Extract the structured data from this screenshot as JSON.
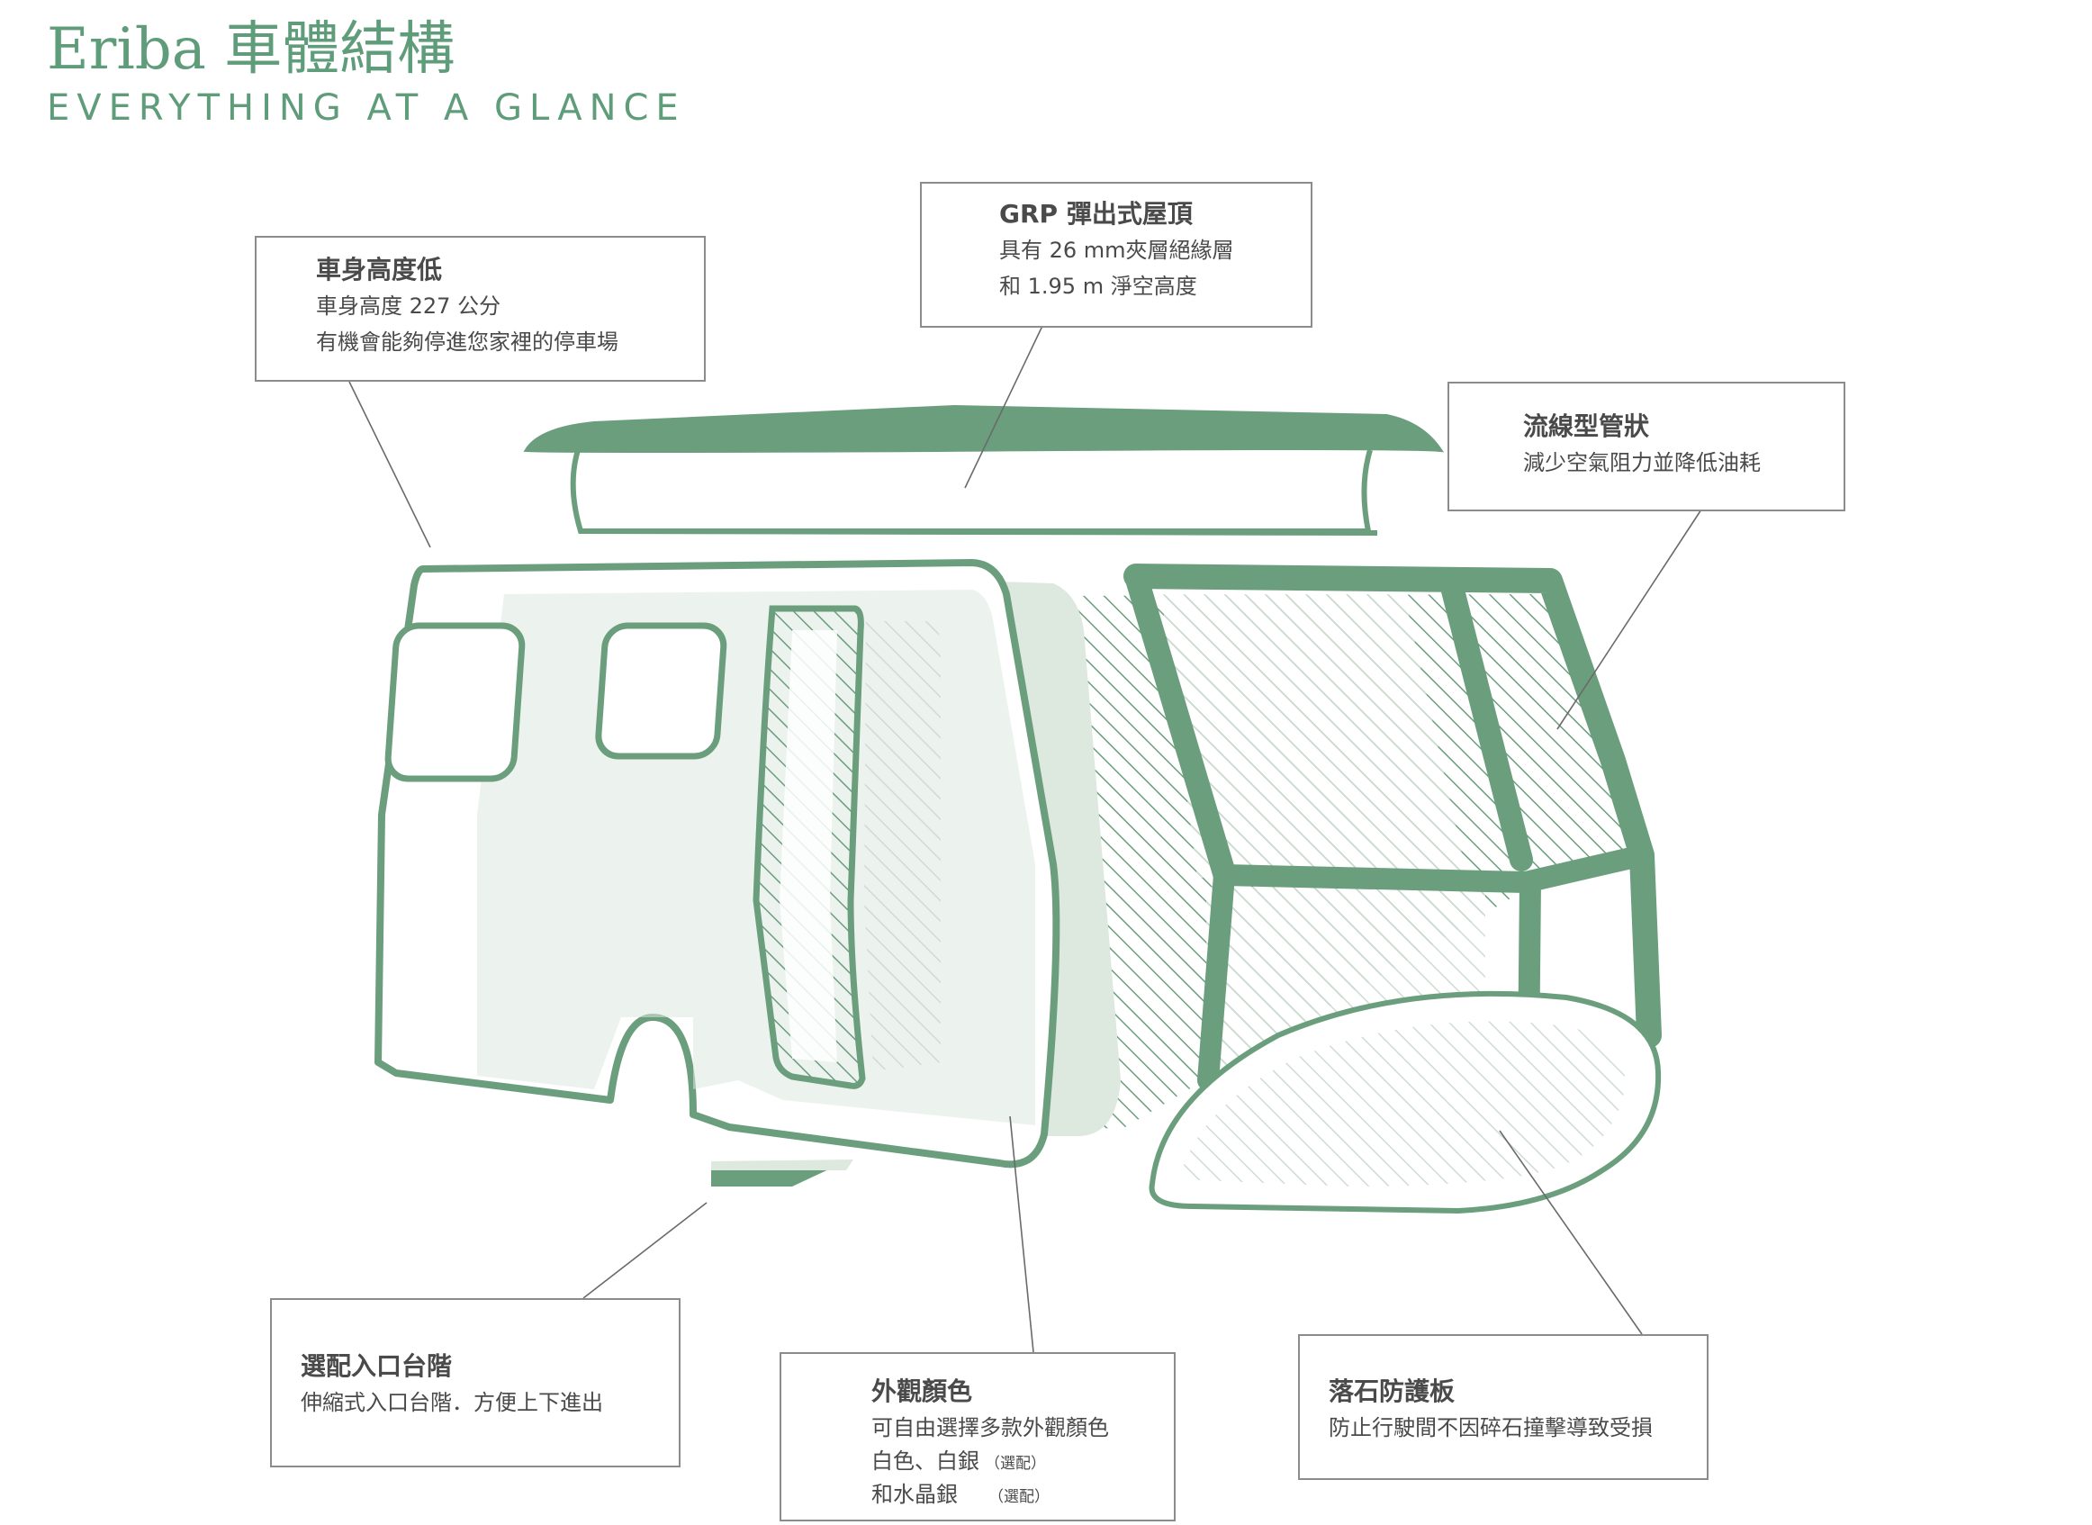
{
  "header": {
    "title": "Eriba 車體結構",
    "subtitle": "EVERYTHING AT A GLANCE"
  },
  "colors": {
    "brand_green": "#5e9c7a",
    "body_green": "#6b9e7d",
    "pale_green": "#dde8df",
    "frame_gray": "#8c8c8c"
  },
  "callouts": {
    "low_height": {
      "heading": "車身高度低",
      "lines": [
        "車身高度 227 公分",
        "有機會能夠停進您家裡的停車場"
      ]
    },
    "grp_roof": {
      "heading": "GRP 彈出式屋頂",
      "lines": [
        "具有 26 mm夾層絕緣層",
        "和 1.95 m 淨空高度"
      ]
    },
    "streamline": {
      "heading": "流線型管狀",
      "lines": [
        "減少空氣阻力並降低油耗"
      ]
    },
    "entry_step": {
      "heading": "選配入口台階",
      "lines": [
        "伸縮式入口台階．方便上下進出"
      ]
    },
    "exterior_color": {
      "heading": "外觀顏色",
      "lines": [
        "可自由選擇多款外觀顏色",
        "白色、白銀",
        "和水晶銀"
      ],
      "notes": [
        "（選配）",
        "（選配）"
      ]
    },
    "stone_guard": {
      "heading": "落石防護板",
      "lines": [
        "防止行駛間不因碎石撞擊導致受損"
      ]
    }
  }
}
